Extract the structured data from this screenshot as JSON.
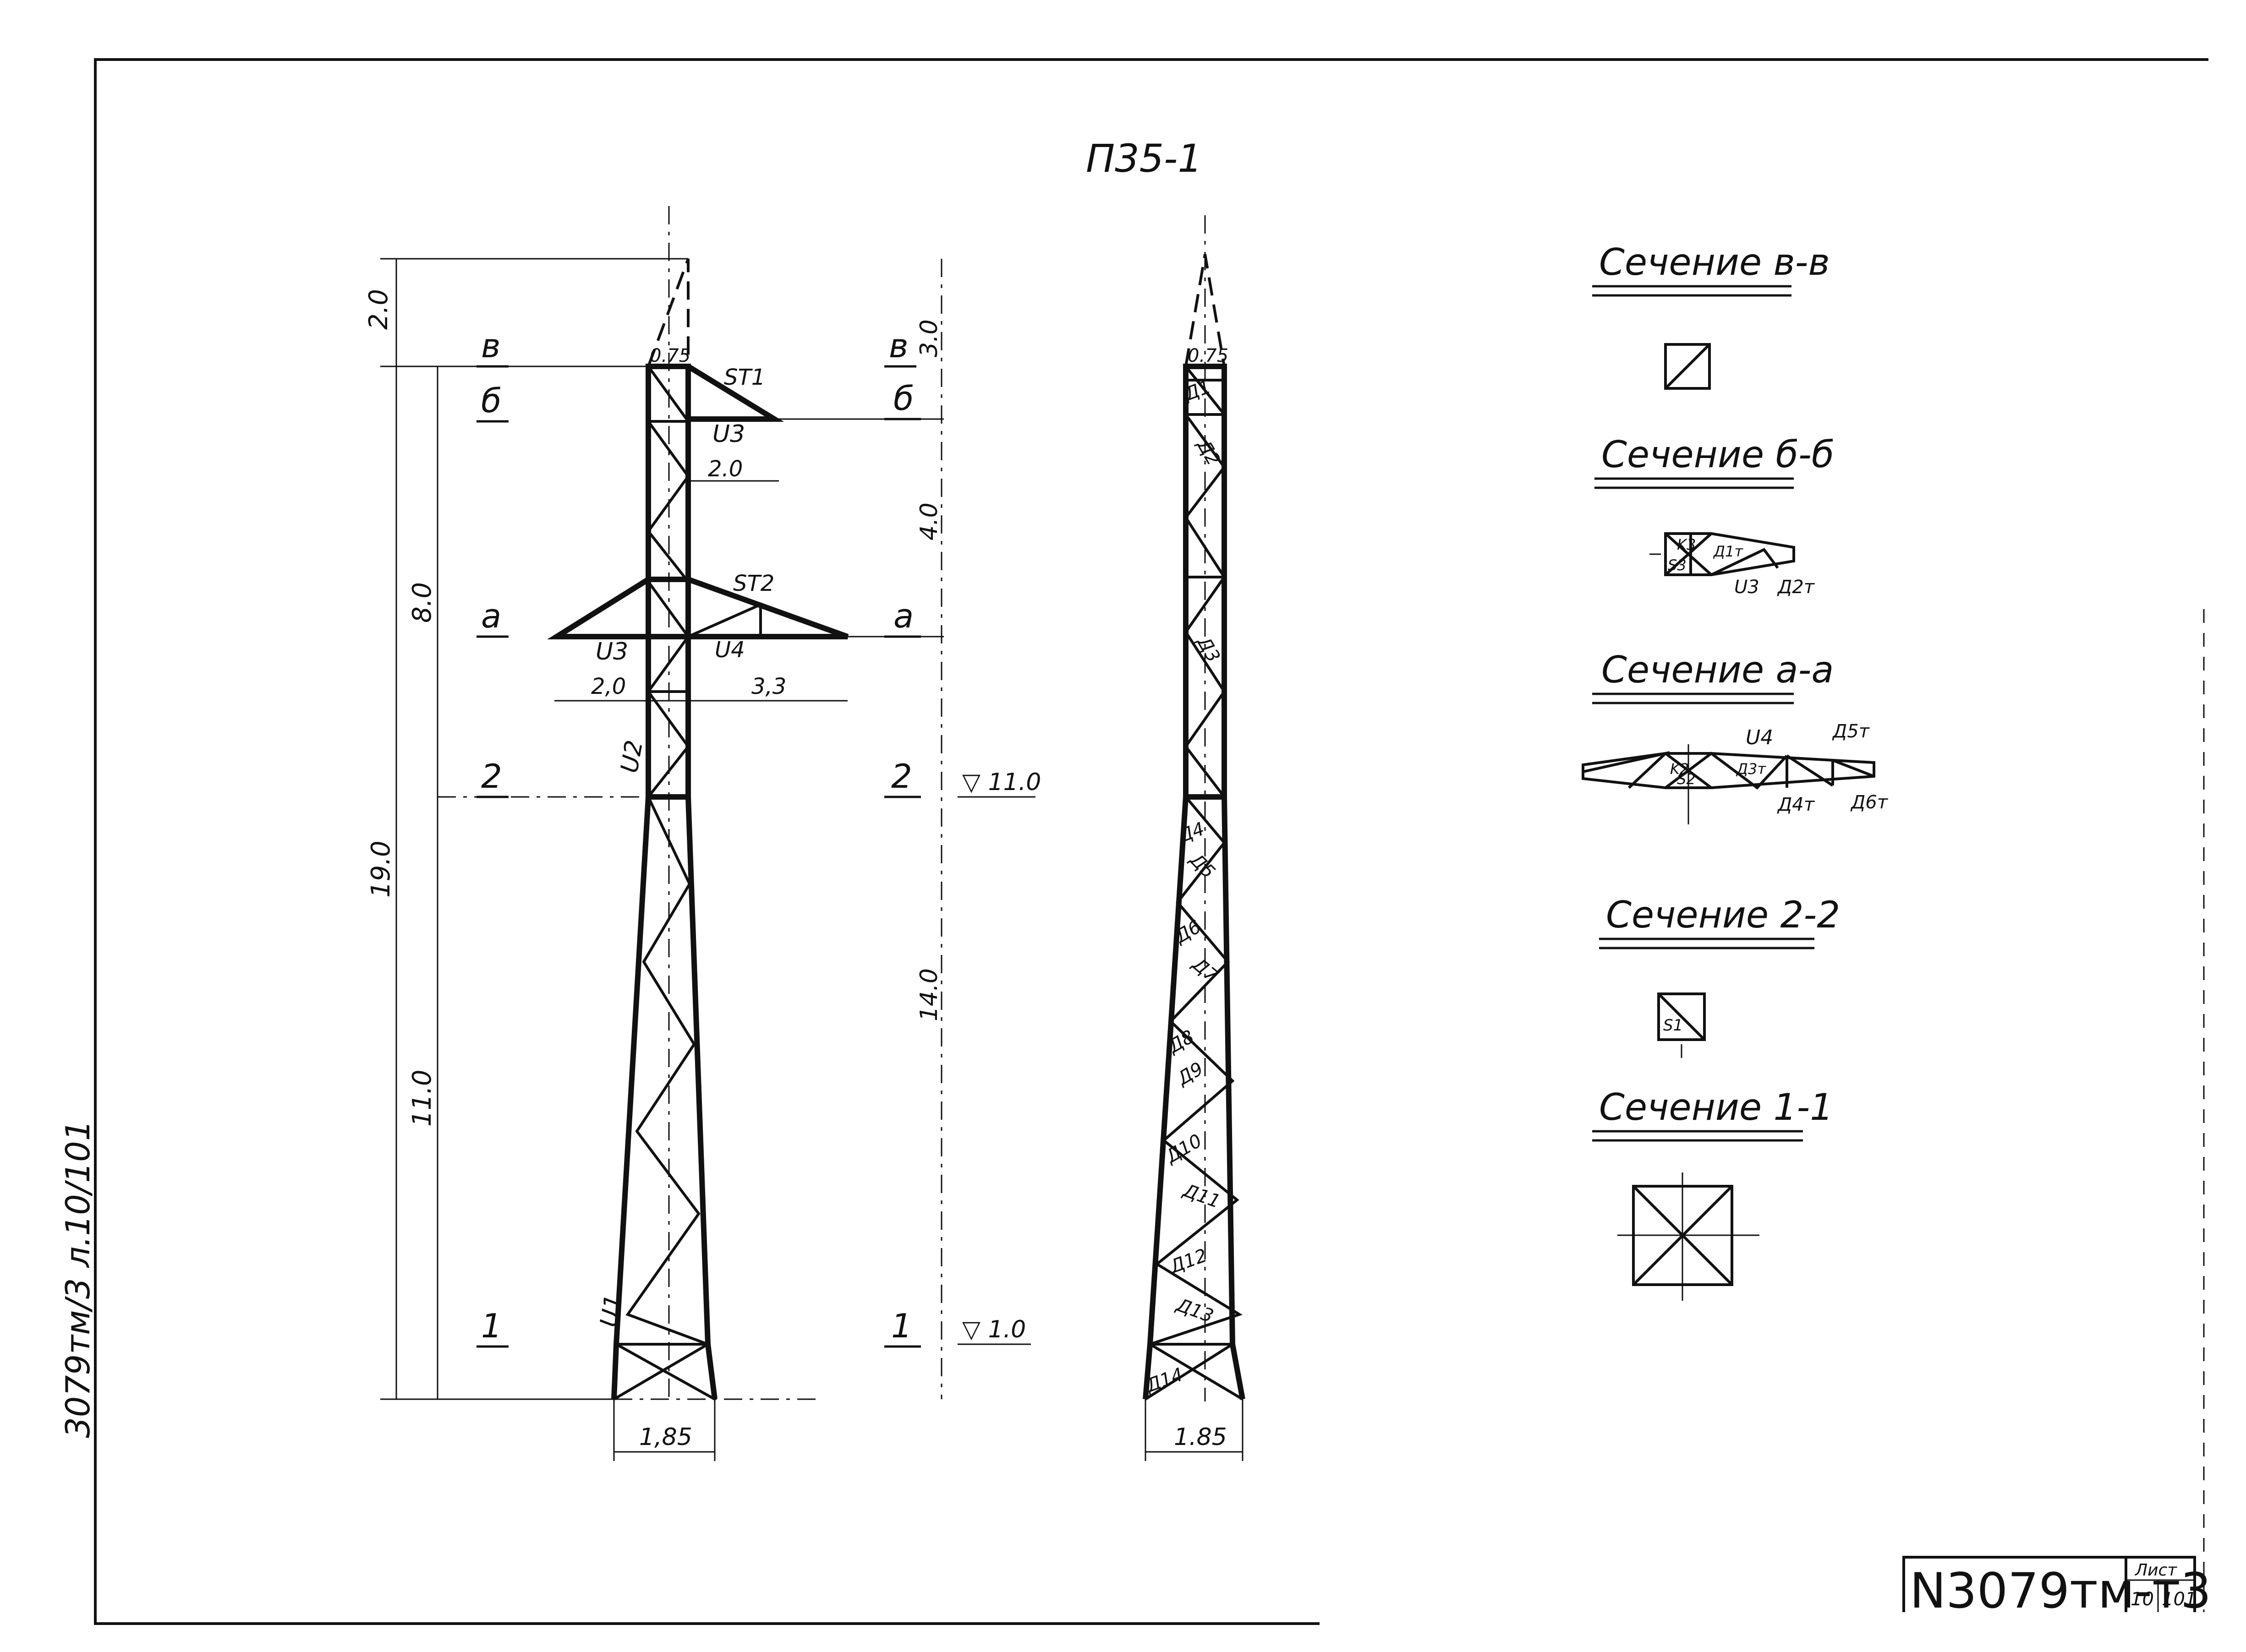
{
  "drawing": {
    "title": "П35-1",
    "side_stamp": "3079тм/3  л.10/101",
    "stamp": {
      "number": "N3079тм-т3",
      "sheet_label": "Лист",
      "sheet": "10",
      "total": "101"
    }
  },
  "front_view": {
    "dims": {
      "top": "2.0",
      "upper": "8.0",
      "total": "19.0",
      "lower": "11.0",
      "crossarm_width": "0.75",
      "upper_arm": "2.0",
      "mid_arm_left": "2,0",
      "mid_arm_right": "3,3",
      "base": "1,85",
      "right_top": "3.0",
      "right_upper": "4.0",
      "right_lower": "14.0",
      "level_mid": "▽ 11.0",
      "level_low": "▽ 1.0"
    },
    "section_marks": {
      "v": "в",
      "b": "б",
      "a": "а",
      "two": "2",
      "one": "1"
    },
    "members": {
      "s_t1": "ST1",
      "s_t2": "ST2",
      "u3_upper": "U3",
      "u3_lower": "U3",
      "u4": "U4",
      "u2": "U2",
      "u1": "U1"
    }
  },
  "side_view": {
    "top_width": "0.75",
    "base_width": "1.85",
    "diagonals": [
      "Д1",
      "Д2",
      "Д3",
      "Д4",
      "Д5",
      "Д6",
      "Д7",
      "Д8",
      "Д9",
      "Д10",
      "Д11",
      "Д12",
      "Д13",
      "Д14"
    ]
  },
  "sections": {
    "vv": "Сечение в-в",
    "bb": "Сечение б-б",
    "aa": "Сечение а-а",
    "s22": "Сечение 2-2",
    "s11": "Сечение 1-1",
    "bb_labels": [
      "S3",
      "K3",
      "Д1т",
      "U3",
      "Д2т"
    ],
    "aa_labels": [
      "U4",
      "Д5т",
      "K2",
      "S2",
      "Д3т",
      "Д4т",
      "Д6т"
    ],
    "s22_label": "S1"
  }
}
